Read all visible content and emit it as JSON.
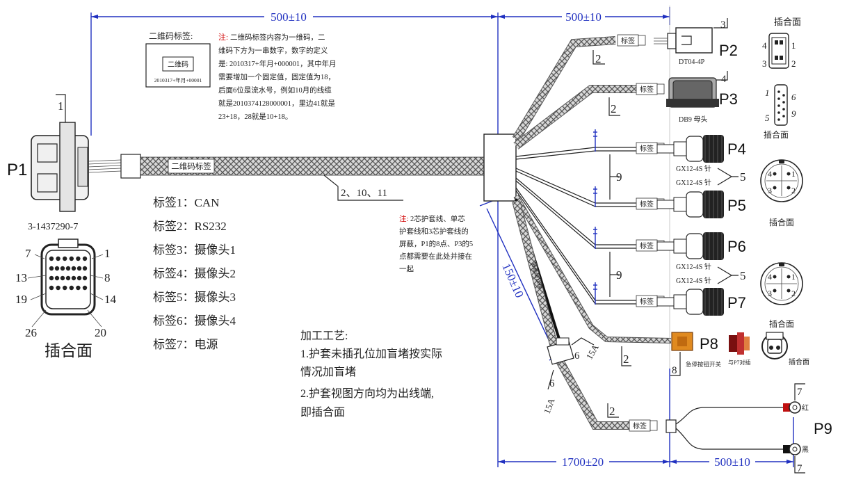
{
  "dims": {
    "top_left": "500±10",
    "top_right": "500±10",
    "bottom_left": "1700±20",
    "bottom_right": "500±10",
    "diag": "150±10"
  },
  "p1": {
    "name": "P1",
    "part": "3-1437290-7",
    "face_label": "插合面",
    "pin_labels": [
      "7",
      "1",
      "13",
      "8",
      "19",
      "14",
      "26",
      "20"
    ]
  },
  "qr_box": {
    "title": "二维码标签:",
    "inner": "二维码",
    "bottom": "2010317+年月+00001"
  },
  "note_top": {
    "prefix": "注:",
    "lines": [
      "二维码标签内容为一维码，二",
      "维码下方为一串数字，数字的定义",
      "是: 2010317+年月+000001，其中年月",
      "需要增加一个固定值，固定值为18，",
      "后面6位是流水号，例如10月的线缆",
      "就是2010374128000001，里边41就是",
      "23+18，28就是10+18。"
    ]
  },
  "main_cable": {
    "label": "二维码标签",
    "callout": "2、10、11"
  },
  "labels": [
    "标签1：CAN",
    "标签2：RS232",
    "标签3：摄像头1",
    "标签4：摄像头2",
    "标签5：摄像头3",
    "标签6：摄像头4",
    "标签7：电源"
  ],
  "note_mid": {
    "prefix": "注:",
    "lines": [
      "2芯护套线、单芯",
      "护套线和3芯护套线的",
      "屏蔽，P1的8点、P3的5",
      "点都需要在此处并接在",
      "一起"
    ]
  },
  "process": {
    "title": "加工工艺:",
    "lines": [
      "1.护套未插孔位加盲堵按实际",
      "情况加盲堵",
      "2.护套视图方向均为出线端,",
      "即插合面"
    ]
  },
  "connectors": {
    "p2": {
      "name": "P2",
      "sub": "DT04-4P",
      "callout": "3"
    },
    "p3": {
      "name": "P3",
      "sub": "DB9 母头",
      "callout": "4"
    },
    "p4": {
      "name": "P4",
      "sub": "GX12-4S 针"
    },
    "p5": {
      "name": "P5",
      "sub": "GX12-4S 针"
    },
    "p6": {
      "name": "P6",
      "sub": "GX12-4S 针"
    },
    "p7": {
      "name": "P7",
      "sub": "GX12-4S 针"
    },
    "p8": {
      "name": "P8",
      "sub": "急停按钮开关",
      "sub2": "与P7对插",
      "callout": "8",
      "face": "插合面"
    },
    "p9": {
      "name": "P9",
      "red": "红",
      "black": "黑",
      "callout": "7"
    }
  },
  "tag": "标签",
  "callouts": {
    "c1": "1",
    "c2": "2",
    "c5": "5",
    "c6": "6",
    "c9": "9",
    "c15a": "15A"
  },
  "faces": {
    "p2": {
      "label": "插合面",
      "pins": [
        "4",
        "1",
        "3",
        "2"
      ]
    },
    "p3": {
      "label": "插合面",
      "pins": [
        "1",
        "6",
        "5",
        "9"
      ]
    },
    "gx1": {
      "label": "插合面",
      "pins": [
        "4",
        "1",
        "3",
        "2"
      ]
    },
    "gx2": {
      "label": "插合面",
      "pins": [
        "4",
        "1",
        "3",
        "2"
      ]
    }
  },
  "shield_label": "屏蔽层压接"
}
